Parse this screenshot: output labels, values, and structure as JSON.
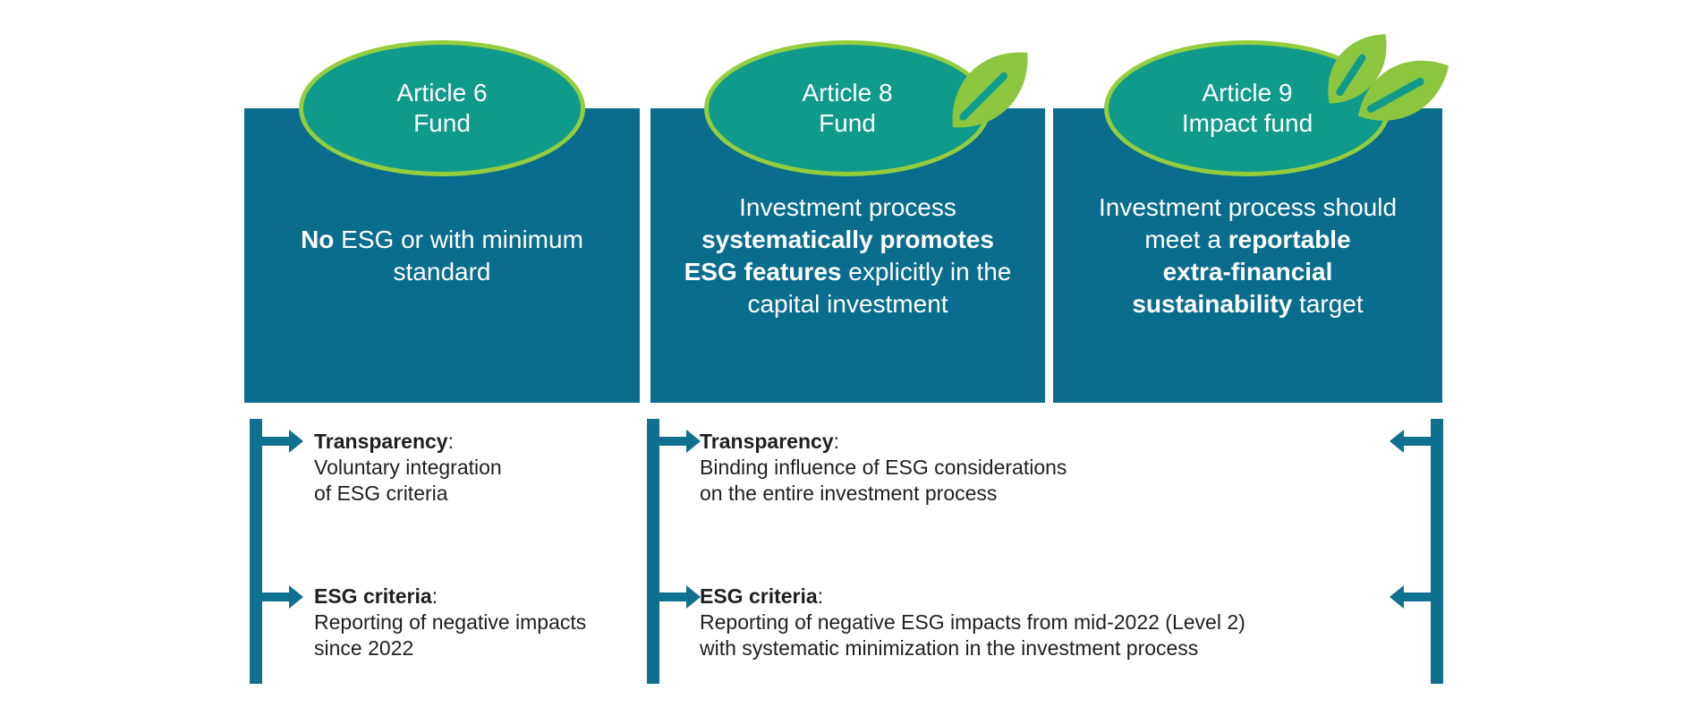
{
  "colors": {
    "box_fill": "#0a6d8d",
    "badge_fill": "#0f9a8b",
    "badge_border": "#94ce3e",
    "leaf_green": "#8cc63f",
    "bar_fill": "#10708f",
    "note_text": "#1f1f1f",
    "box_text": "#ffffff"
  },
  "funds": [
    {
      "badge": [
        "Article 6",
        "Fund"
      ],
      "description": [
        [
          {
            "t": "No",
            "b": true
          },
          {
            "t": " ESG or with minimum"
          }
        ],
        [
          "standard"
        ]
      ]
    },
    {
      "badge": [
        "Article 8",
        "Fund"
      ],
      "description": [
        [
          "Investment process"
        ],
        [
          {
            "t": "systematically promotes",
            "b": true
          }
        ],
        [
          {
            "t": "ESG features",
            "b": true
          },
          {
            "t": " explicitly in the"
          }
        ],
        [
          "capital investment"
        ]
      ]
    },
    {
      "badge": [
        "Article 9",
        "Impact fund"
      ],
      "description": [
        [
          "Investment process should"
        ],
        [
          {
            "t": "meet a "
          },
          {
            "t": "reportable",
            "b": true
          }
        ],
        [
          {
            "t": "extra-financial",
            "b": true
          }
        ],
        [
          {
            "t": "sustainability",
            "b": true
          },
          {
            "t": " target"
          }
        ]
      ]
    }
  ],
  "notes": {
    "colon": ":",
    "left": [
      {
        "label": "Transparency",
        "lines": [
          "Voluntary integration",
          "of ESG criteria"
        ]
      },
      {
        "label": "ESG criteria",
        "lines": [
          "Reporting of negative impacts",
          "since 2022"
        ]
      }
    ],
    "middle": [
      {
        "label": "Transparency",
        "lines": [
          "Binding influence of ESG considerations",
          "on the entire investment process"
        ]
      },
      {
        "label": "ESG criteria",
        "lines": [
          "Reporting of negative ESG impacts from mid-2022 (Level 2)",
          "with systematic minimization in the investment process"
        ]
      }
    ]
  }
}
